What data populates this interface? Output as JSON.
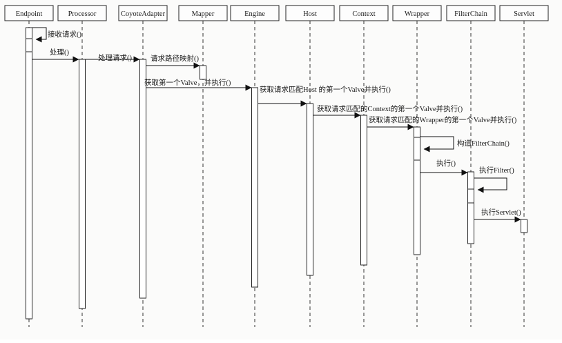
{
  "participants": [
    {
      "id": "endpoint",
      "label": "Endpoint"
    },
    {
      "id": "processor",
      "label": "Processor"
    },
    {
      "id": "coyoteadapter",
      "label": "CoyoteAdapter"
    },
    {
      "id": "mapper",
      "label": "Mapper"
    },
    {
      "id": "engine",
      "label": "Engine"
    },
    {
      "id": "host",
      "label": "Host"
    },
    {
      "id": "context",
      "label": "Context"
    },
    {
      "id": "wrapper",
      "label": "Wrapper"
    },
    {
      "id": "filterchain",
      "label": "FilterChain"
    },
    {
      "id": "servlet",
      "label": "Servlet"
    }
  ],
  "messages": [
    {
      "id": "accept",
      "label": "接收请求()",
      "from": "endpoint",
      "to": "endpoint",
      "self": true
    },
    {
      "id": "process",
      "label": "处理()",
      "from": "endpoint",
      "to": "processor"
    },
    {
      "id": "handle",
      "label": "处理请求()",
      "from": "processor",
      "to": "coyoteadapter"
    },
    {
      "id": "map",
      "label": "请求路径映射()",
      "from": "coyoteadapter",
      "to": "mapper"
    },
    {
      "id": "first-valve",
      "label": "获取第一个Valve，并执行()",
      "from": "coyoteadapter",
      "to": "engine"
    },
    {
      "id": "host-valve",
      "label": "获取请求匹配Host 的第一个Valve并执行()",
      "from": "engine",
      "to": "host"
    },
    {
      "id": "context-valve",
      "label": "获取请求匹配的Context的第一个Valve并执行()",
      "from": "host",
      "to": "context"
    },
    {
      "id": "wrapper-valve",
      "label": "获取请求匹配的Wrapper的第一个Valve并执行()",
      "from": "context",
      "to": "wrapper"
    },
    {
      "id": "build-chain",
      "label": "构造FilterChain()",
      "from": "wrapper",
      "to": "wrapper",
      "self": true
    },
    {
      "id": "execute",
      "label": "执行()",
      "from": "wrapper",
      "to": "filterchain"
    },
    {
      "id": "exec-filter",
      "label": "执行Filter()",
      "from": "filterchain",
      "to": "filterchain",
      "self": true
    },
    {
      "id": "exec-servlet",
      "label": "执行Servlet()",
      "from": "filterchain",
      "to": "servlet"
    }
  ]
}
